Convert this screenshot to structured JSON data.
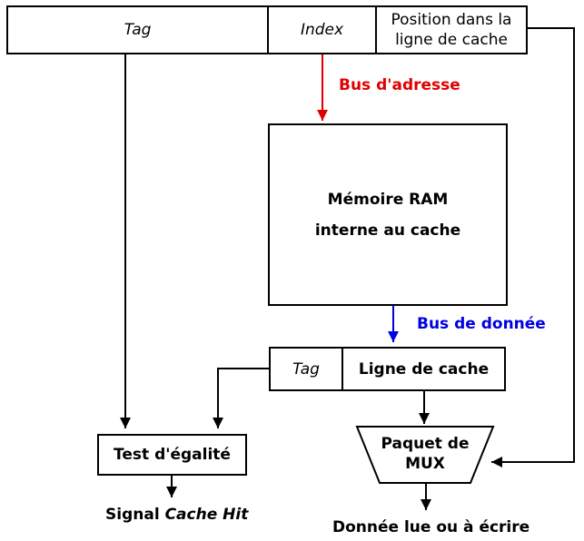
{
  "address": {
    "tag": "Tag",
    "index": "Index",
    "position_line1": "Position dans la",
    "position_line2": "ligne de cache"
  },
  "bus_adresse": "Bus d'adresse",
  "ram": {
    "line1": "Mémoire RAM",
    "line2": "interne au cache"
  },
  "bus_donnee": "Bus de donnée",
  "cache_entry": {
    "tag": "Tag",
    "ligne": "Ligne de cache"
  },
  "test": "Test d'égalité",
  "signal_prefix": "Signal",
  "signal_name": "Cache Hit",
  "mux": {
    "line1": "Paquet de",
    "line2": "MUX"
  },
  "output": "Donnée lue ou à écrire",
  "colors": {
    "bus_adresse": "#e00000",
    "bus_donnee": "#0000e0",
    "line": "#000000"
  }
}
